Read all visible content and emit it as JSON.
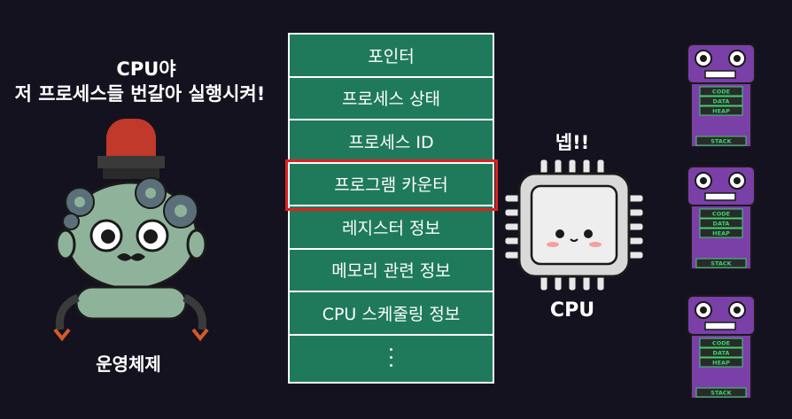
{
  "os_speech": {
    "line1": "CPU야",
    "line2": "저 프로세스들 번갈아 실행시켜!"
  },
  "os_label": "운영체제",
  "pcb": {
    "rows": [
      "포인터",
      "프로세스 상태",
      "프로세스 ID",
      "프로그램 카운터",
      "레지스터 정보",
      "메모리 관련 정보",
      "CPU 스케줄링 정보"
    ],
    "highlighted_index": 3,
    "highlight_color": "#e02020",
    "fill_color": "#1f7a5b"
  },
  "cpu": {
    "reply": "넵!!",
    "label": "CPU"
  },
  "process_segments": {
    "code": "CODE",
    "data": "DATA",
    "heap": "HEAP",
    "stack": "STACK"
  },
  "colors": {
    "background": "#14121f",
    "process_purple": "#7b3fa8",
    "robot_green": "#8fb39a"
  }
}
